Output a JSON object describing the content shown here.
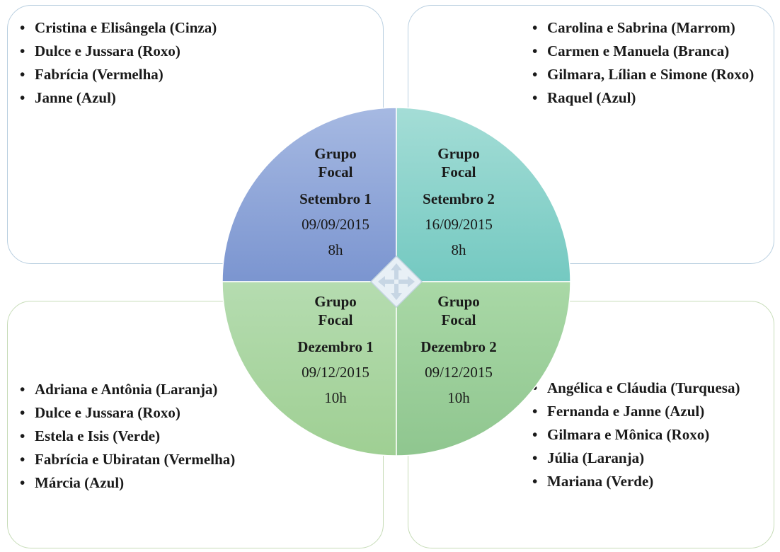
{
  "quadrants": [
    {
      "group": "Grupo",
      "focal": "Focal",
      "month": "Setembro 1",
      "date": "09/09/2015",
      "hour": "8h",
      "color": "#8ea9dc"
    },
    {
      "group": "Grupo",
      "focal": "Focal",
      "month": "Setembro 2",
      "date": "16/09/2015",
      "hour": "8h",
      "color": "#86d3cc"
    },
    {
      "group": "Grupo",
      "focal": "Focal",
      "month": "Dezembro 1",
      "date": "09/12/2015",
      "hour": "10h",
      "color": "#a8d4a4"
    },
    {
      "group": "Grupo",
      "focal": "Focal",
      "month": "Dezembro 2",
      "date": "09/12/2015",
      "hour": "10h",
      "color": "#9ccf9e"
    }
  ],
  "panels": {
    "top_left": [
      "Cristina e Elisângela (Cinza)",
      "Dulce e Jussara (Roxo)",
      "Fabrícia (Vermelha)",
      "Janne (Azul)"
    ],
    "top_right": [
      "Carolina e Sabrina (Marrom)",
      "Carmen e Manuela (Branca)",
      "Gilmara, Lílian e Simone (Roxo)",
      "Raquel (Azul)"
    ],
    "bottom_left": [
      "Adriana e Antônia (Laranja)",
      "Dulce e Jussara (Roxo)",
      "Estela e Isis (Verde)",
      "Fabrícia e Ubiratan (Vermelha)",
      "Márcia (Azul)"
    ],
    "bottom_right": [
      "Angélica e Cláudia (Turquesa)",
      "Fernanda e Janne (Azul)",
      "Gilmara e Mônica (Roxo)",
      "Júlia (Laranja)",
      "Mariana (Verde)"
    ]
  }
}
